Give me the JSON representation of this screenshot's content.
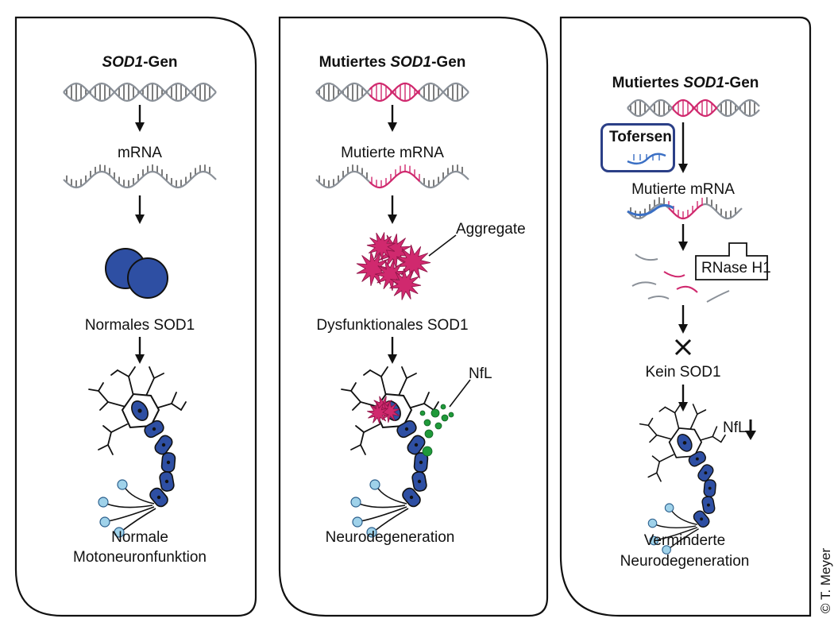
{
  "panel1": {
    "gene_italic": "SOD1",
    "gene_suffix": "-Gen",
    "mrna": "mRNA",
    "protein": "Normales SOD1",
    "outcome_line1": "Normale",
    "outcome_line2": "Motoneuronfunktion"
  },
  "panel2": {
    "gene_prefix": "Mutiertes ",
    "gene_italic": "SOD1",
    "gene_suffix": "-Gen",
    "mrna": "Mutierte mRNA",
    "aggregate": "Aggregate",
    "protein": "Dysfunktionales SOD1",
    "nfl": "NfL",
    "outcome": "Neurodegeneration"
  },
  "panel3": {
    "gene_prefix": "Mutiertes ",
    "gene_italic": "SOD1",
    "gene_suffix": "-Gen",
    "drug": "Tofersen",
    "mrna": "Mutierte mRNA",
    "enzyme": "RNase H1",
    "protein": "Kein SOD1",
    "nfl": "NfL",
    "outcome_line1": "Verminderte",
    "outcome_line2": "Neurodegeneration"
  },
  "credit": "© T. Meyer",
  "colors": {
    "mutation": "#d0296e",
    "protein": "#2e4fa3",
    "nfl": "#1f9a3a",
    "aso": "#3a6fc4",
    "dna": "#8a9098"
  }
}
